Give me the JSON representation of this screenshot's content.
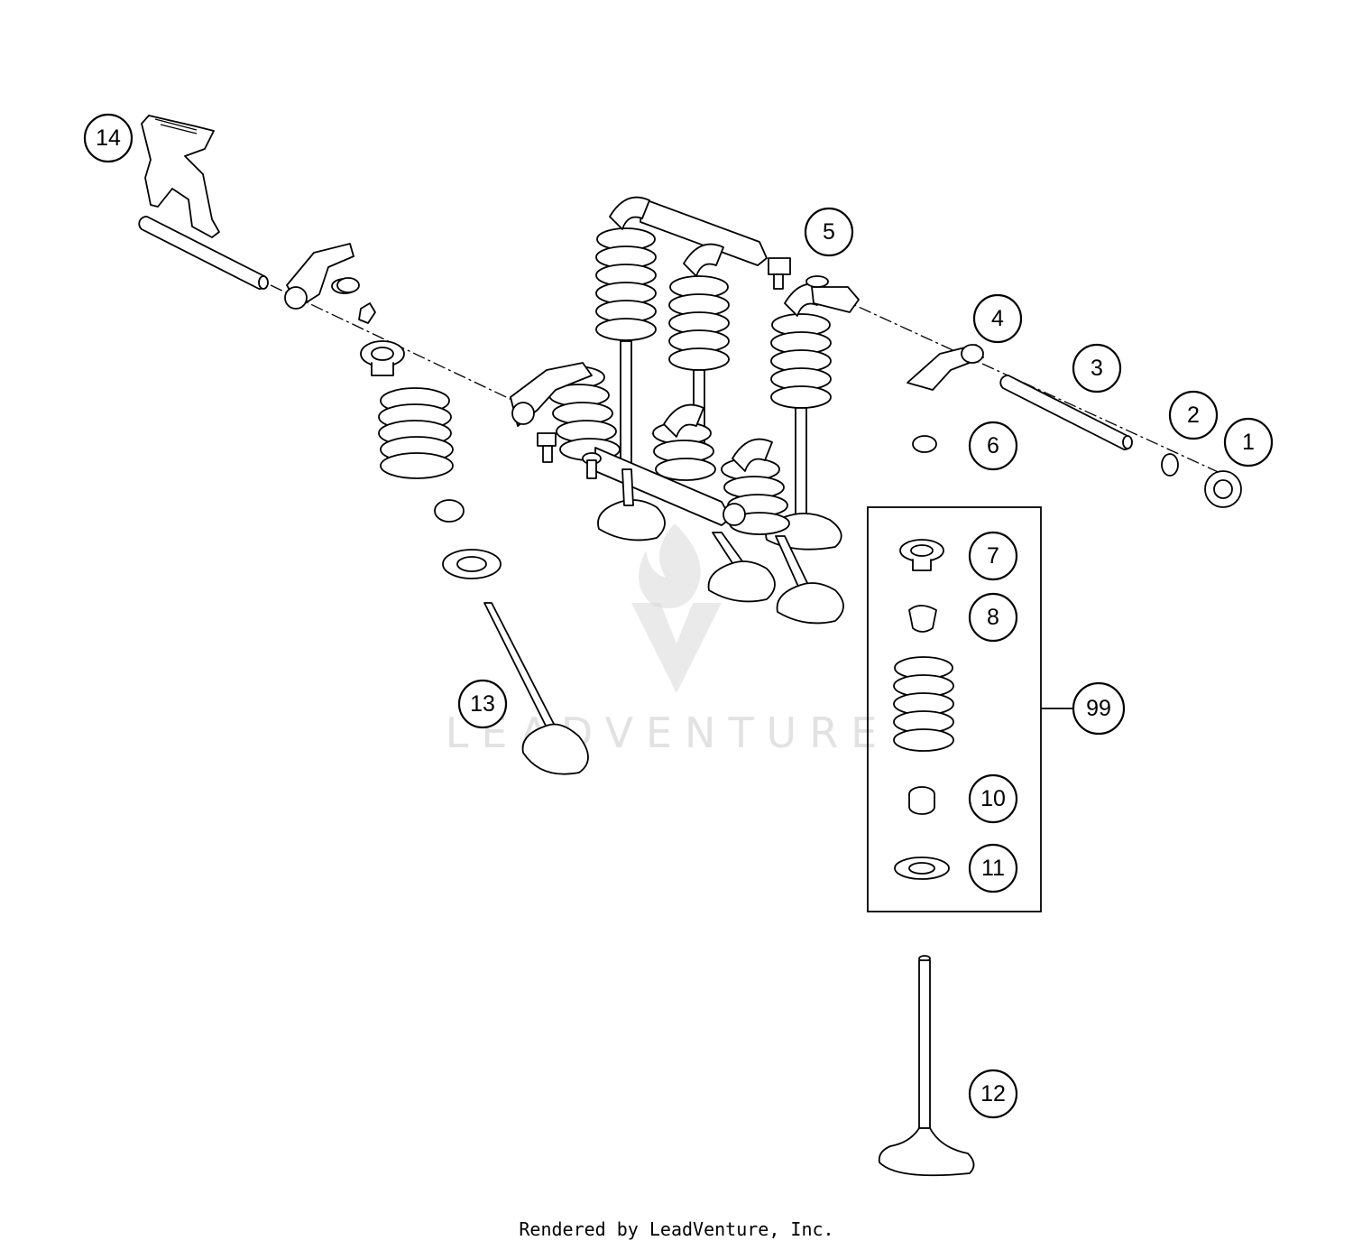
{
  "watermark": {
    "text": "LEADVENTURE"
  },
  "callouts": [
    "1",
    "2",
    "3",
    "4",
    "5",
    "6",
    "7",
    "8",
    "99",
    "10",
    "11",
    "12",
    "13",
    "14"
  ],
  "footer": "Rendered by LeadVenture, Inc."
}
